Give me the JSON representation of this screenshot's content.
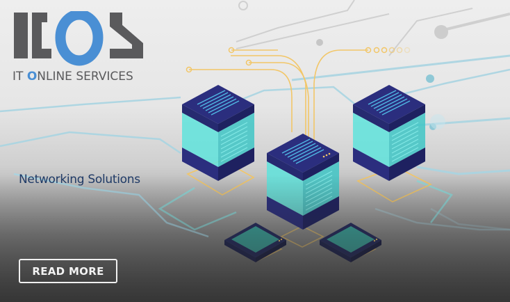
{
  "brand": {
    "logo_text": "ITOS",
    "tagline_prefix": "IT ",
    "tagline_o": "O",
    "tagline_suffix": "NLINE SERVICES",
    "colors": {
      "gray": "#5a5a5c",
      "blue": "#4a8fd4"
    }
  },
  "slide": {
    "title": "Networking Solutions",
    "cta_label": "READ MORE",
    "illustration": "isometric-servers-network",
    "colors": {
      "server_dark": "#2a2f7a",
      "server_glass": "#5fe3dc",
      "circuit_gold": "#f2c060",
      "circuit_blue": "#9fd0de"
    }
  }
}
